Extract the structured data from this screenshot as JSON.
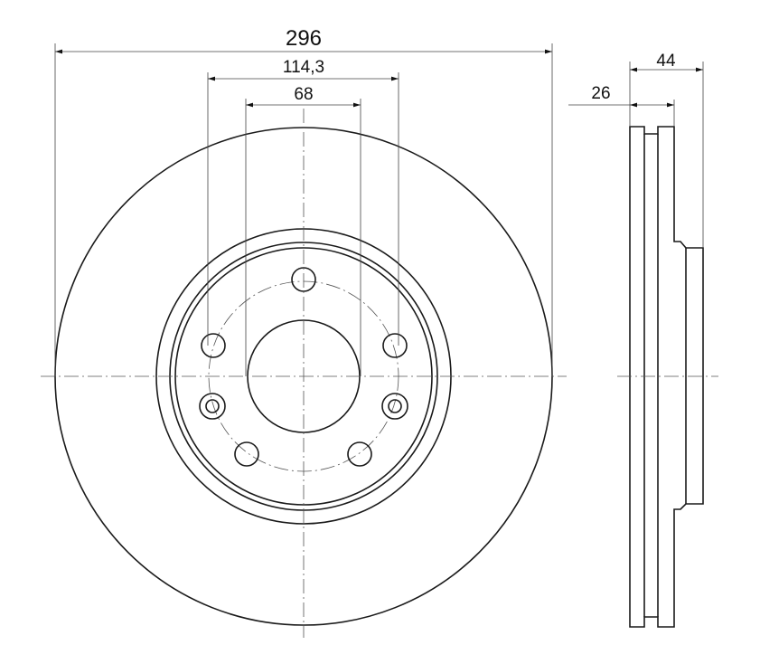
{
  "drawing": {
    "dimensions": {
      "outer_diameter": "296",
      "bolt_circle": "114,3",
      "center_bore": "68",
      "total_height": "44",
      "thickness": "26"
    },
    "bolt_holes": 7
  }
}
